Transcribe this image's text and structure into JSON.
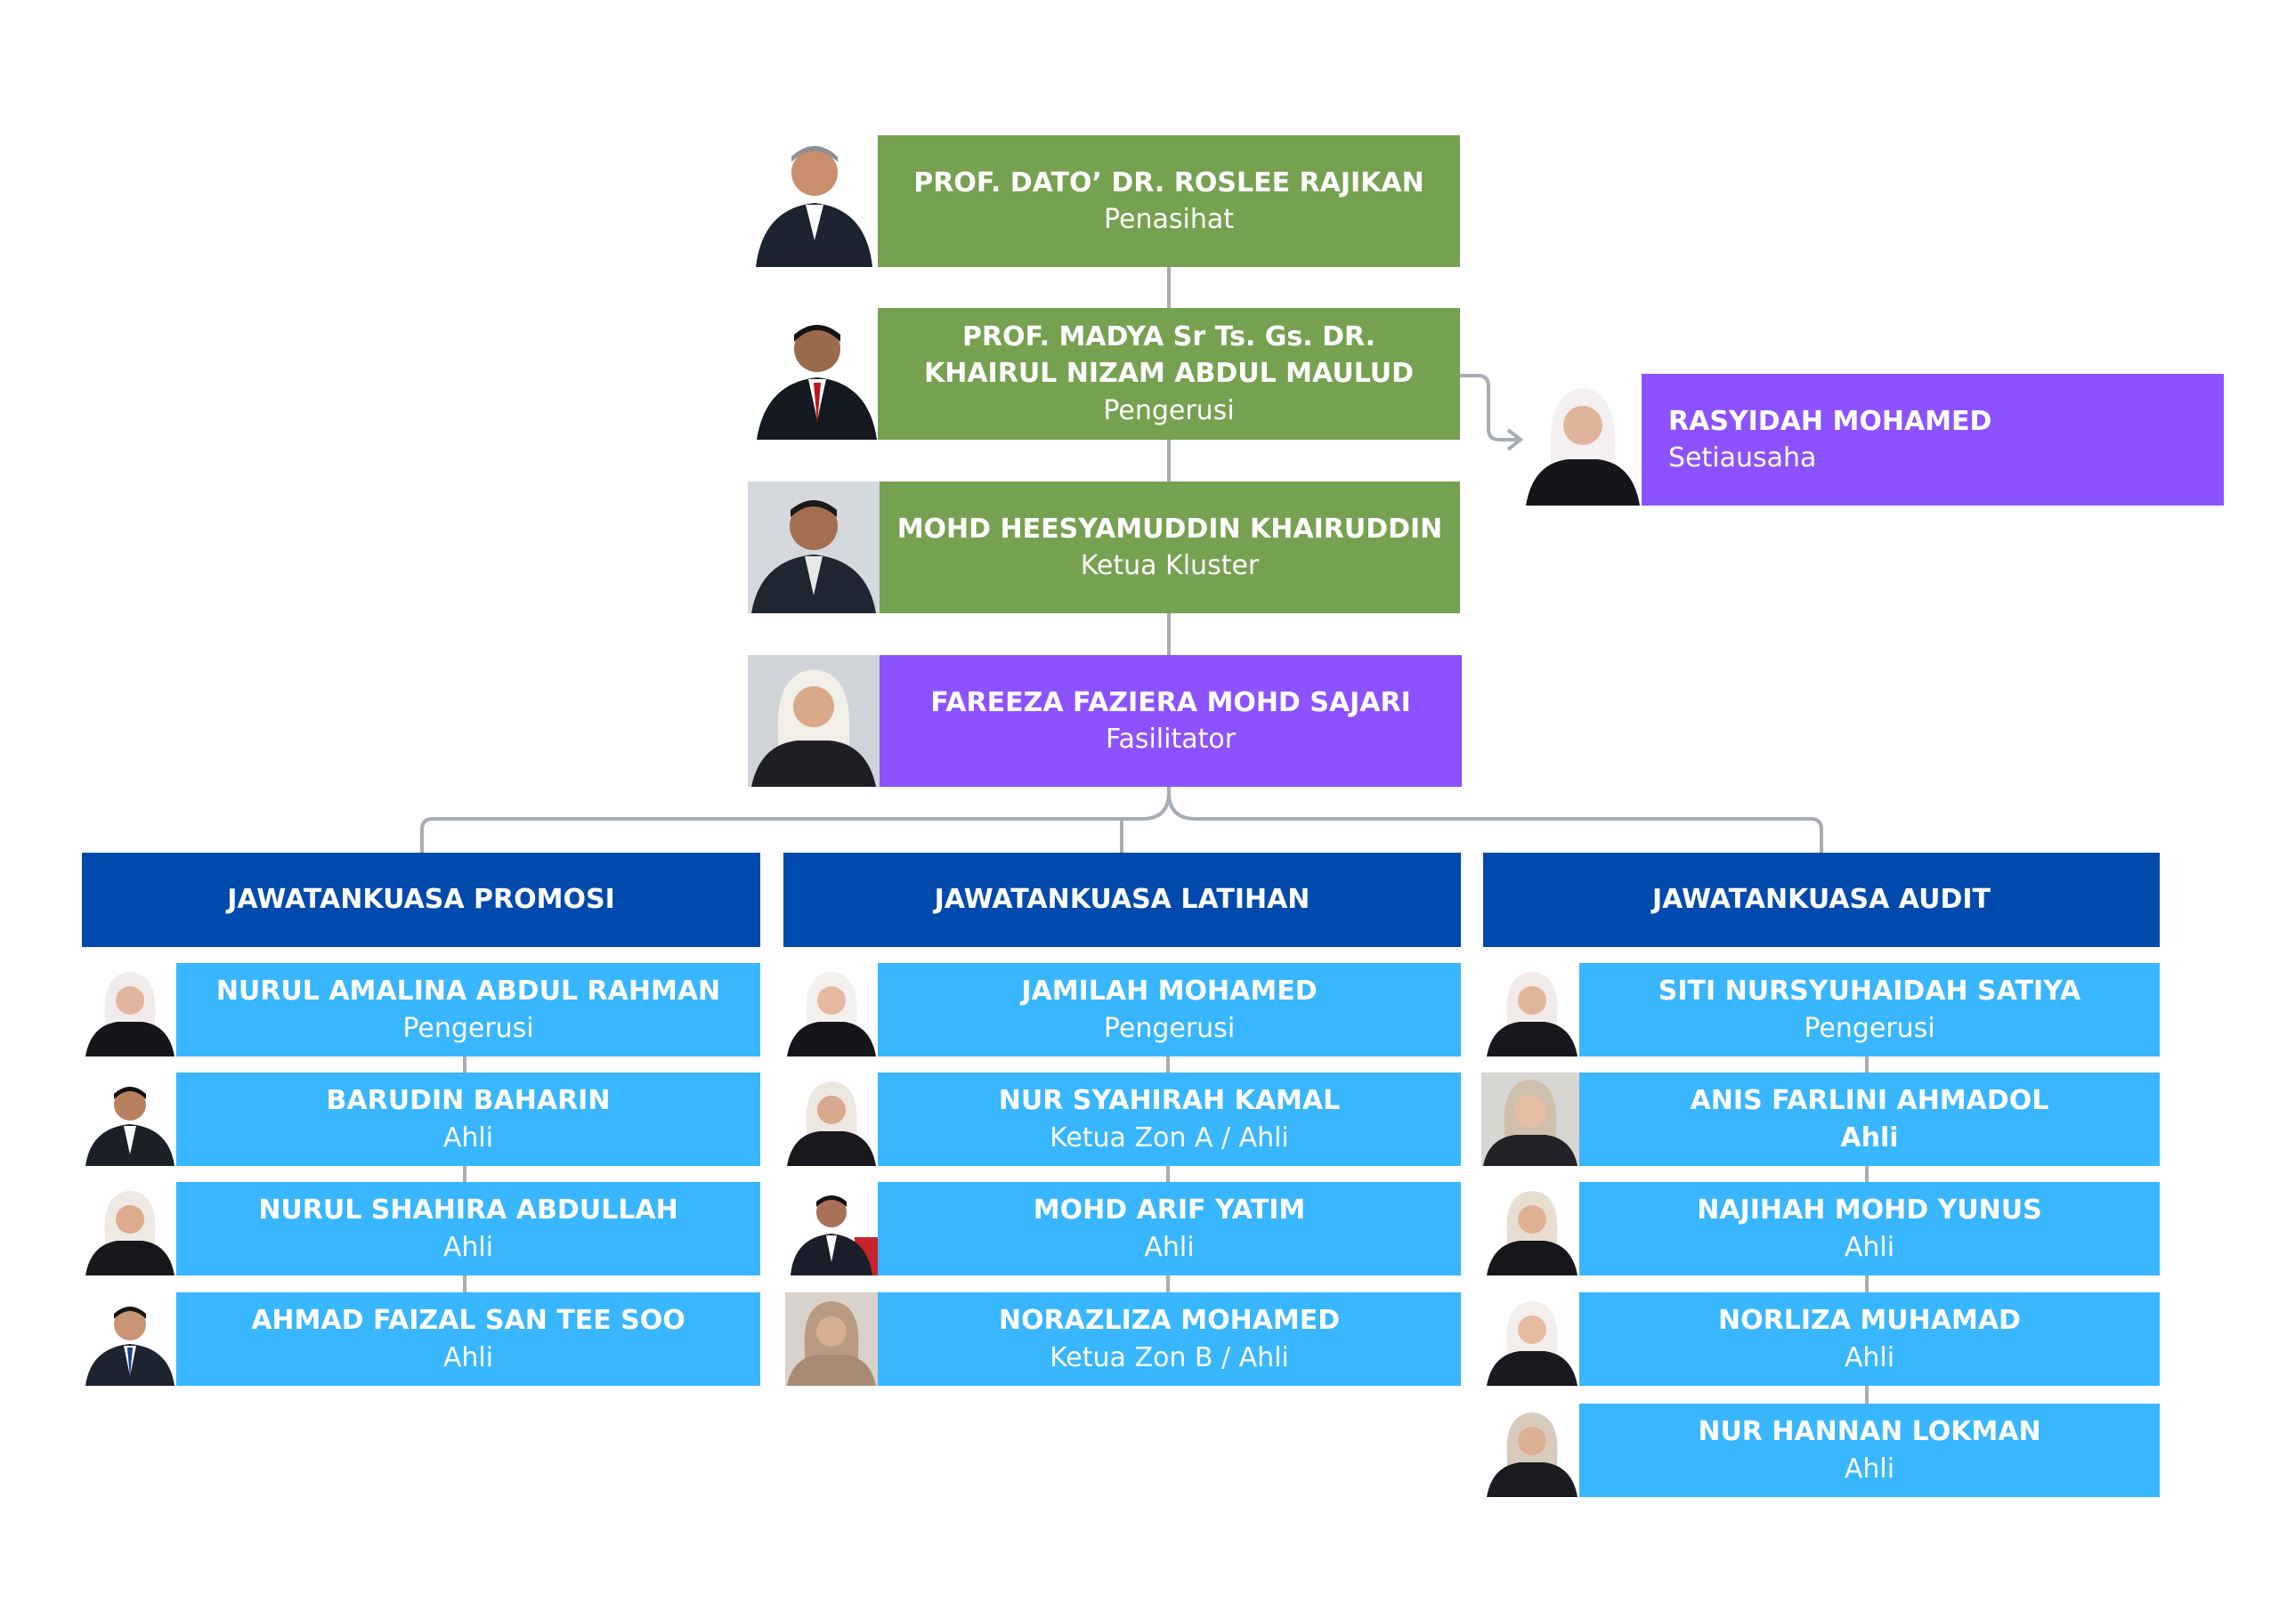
{
  "leaders": [
    {
      "name": "PROF. DATO’ DR. ROSLEE RAJIKAN",
      "role": "Penasihat"
    },
    {
      "name": "PROF. MADYA Sr Ts. Gs. DR.",
      "name2": "KHAIRUL NIZAM ABDUL MAULUD",
      "role": "Pengerusi"
    },
    {
      "name": "MOHD HEESYAMUDDIN KHAIRUDDIN",
      "role": "Ketua Kluster"
    },
    {
      "name": "FAREEZA FAZIERA MOHD SAJARI",
      "role": "Fasilitator"
    }
  ],
  "secretary": {
    "name": "RASYIDAH MOHAMED",
    "role": "Setiausaha"
  },
  "committees": [
    {
      "title": "JAWATANKUASA PROMOSI",
      "members": [
        {
          "name": "NURUL AMALINA ABDUL RAHMAN",
          "role": "Pengerusi"
        },
        {
          "name": "BARUDIN BAHARIN",
          "role": "Ahli"
        },
        {
          "name": "NURUL SHAHIRA ABDULLAH",
          "role": "Ahli"
        },
        {
          "name": "AHMAD FAIZAL SAN TEE SOO",
          "role": "Ahli"
        }
      ]
    },
    {
      "title": "JAWATANKUASA LATIHAN",
      "members": [
        {
          "name": "JAMILAH MOHAMED",
          "role": "Pengerusi"
        },
        {
          "name": "NUR SYAHIRAH KAMAL",
          "role": "Ketua Zon A / Ahli"
        },
        {
          "name": "MOHD ARIF YATIM",
          "role": "Ahli"
        },
        {
          "name": "NORAZLIZA MOHAMED",
          "role": "Ketua Zon B / Ahli"
        }
      ]
    },
    {
      "title": "JAWATANKUASA AUDIT",
      "members": [
        {
          "name": "SITI NURSYUHAIDAH SATIYA",
          "role": "Pengerusi"
        },
        {
          "name": "ANIS FARLINI AHMADOL",
          "role": "Ahli"
        },
        {
          "name": "NAJIHAH MOHD YUNUS",
          "role": "Ahli"
        },
        {
          "name": "NORLIZA MUHAMAD",
          "role": "Ahli"
        },
        {
          "name": "NUR HANNAN LOKMAN",
          "role": "Ahli"
        }
      ]
    }
  ],
  "colors": {
    "leader_green": "#76a151",
    "highlight_purple": "#8c52ff",
    "committee_navy": "#004aad",
    "member_sky": "#38b6ff",
    "connector": "#a6adb4"
  }
}
